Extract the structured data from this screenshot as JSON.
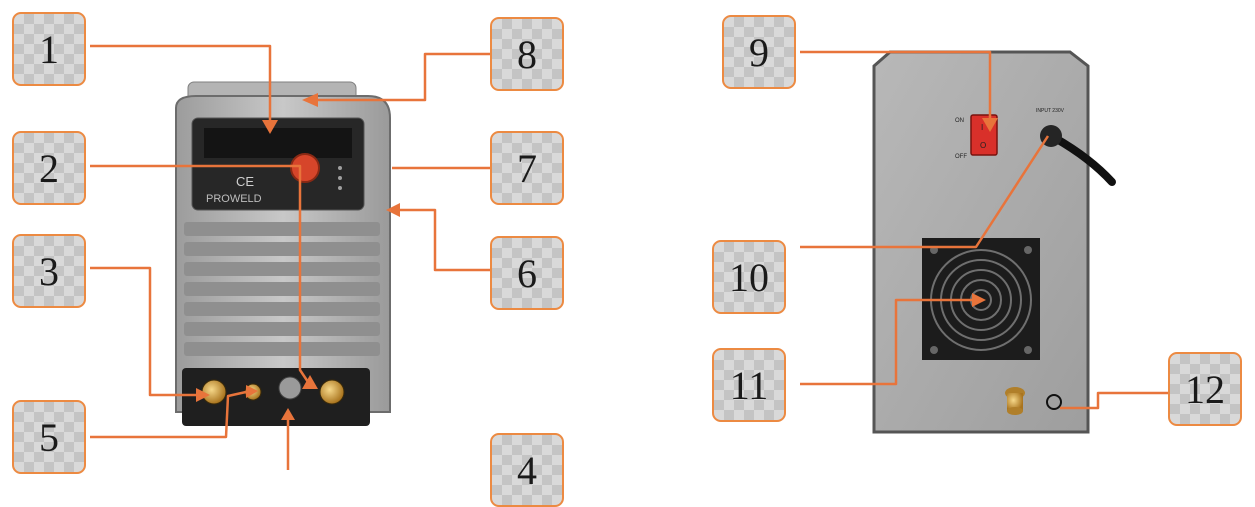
{
  "callouts": [
    "1",
    "2",
    "3",
    "4",
    "5",
    "6",
    "7",
    "8",
    "9",
    "10",
    "11",
    "12"
  ],
  "front_panel": {
    "brand_text": "PROWELD",
    "logo_text": "CE"
  },
  "rear_panel": {
    "switch_on_label": "ON",
    "switch_off_label": "OFF",
    "switch_i": "I",
    "switch_o": "O",
    "cable_label": "INPUT 230V"
  },
  "colors": {
    "accent": "#ec8a42",
    "arrow": "#e8743b",
    "switch": "#d9302a",
    "rear_panel": "#a9a9a9"
  }
}
